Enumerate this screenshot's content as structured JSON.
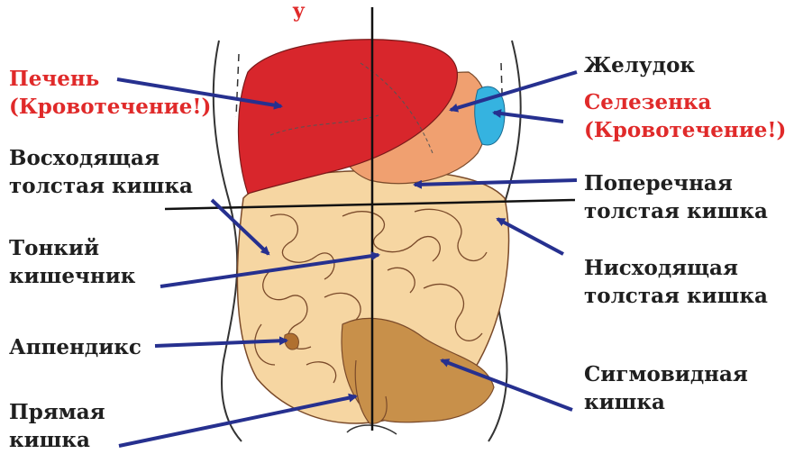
{
  "labels": {
    "top_fragment": "y",
    "liver": {
      "line1": "Печень",
      "line2": "(Кровотечение!)"
    },
    "ascending_colon": {
      "line1": "Восходящая",
      "line2": "толстая кишка"
    },
    "small_intestine": {
      "line1": "Тонкий",
      "line2": "кишечник"
    },
    "appendix": {
      "line1": "Аппендикс"
    },
    "rectum": {
      "line1": "Прямая",
      "line2": "кишка"
    },
    "stomach": {
      "line1": "Желудок"
    },
    "spleen": {
      "line1": "Селезенка",
      "line2": "(Кровотечение!)"
    },
    "transverse_colon": {
      "line1": "Поперечная",
      "line2": "толстая кишка"
    },
    "descending_colon": {
      "line1": "Нисходящая",
      "line2": "толстая кишка"
    },
    "sigmoid_colon": {
      "line1": "Сигмовидная",
      "line2": "кишка"
    }
  },
  "colors": {
    "label_text": "#1f1f1f",
    "label_emphasis": "#e02a2a",
    "arrow": "#26308f",
    "liver": "#d8262c",
    "stomach": "#f0a070",
    "spleen": "#35b3e0",
    "intestine": "#f6d6a2",
    "intestine_outline": "#7a4a2a",
    "sigmoid": "#c8904a",
    "appendix": "#b07030"
  }
}
